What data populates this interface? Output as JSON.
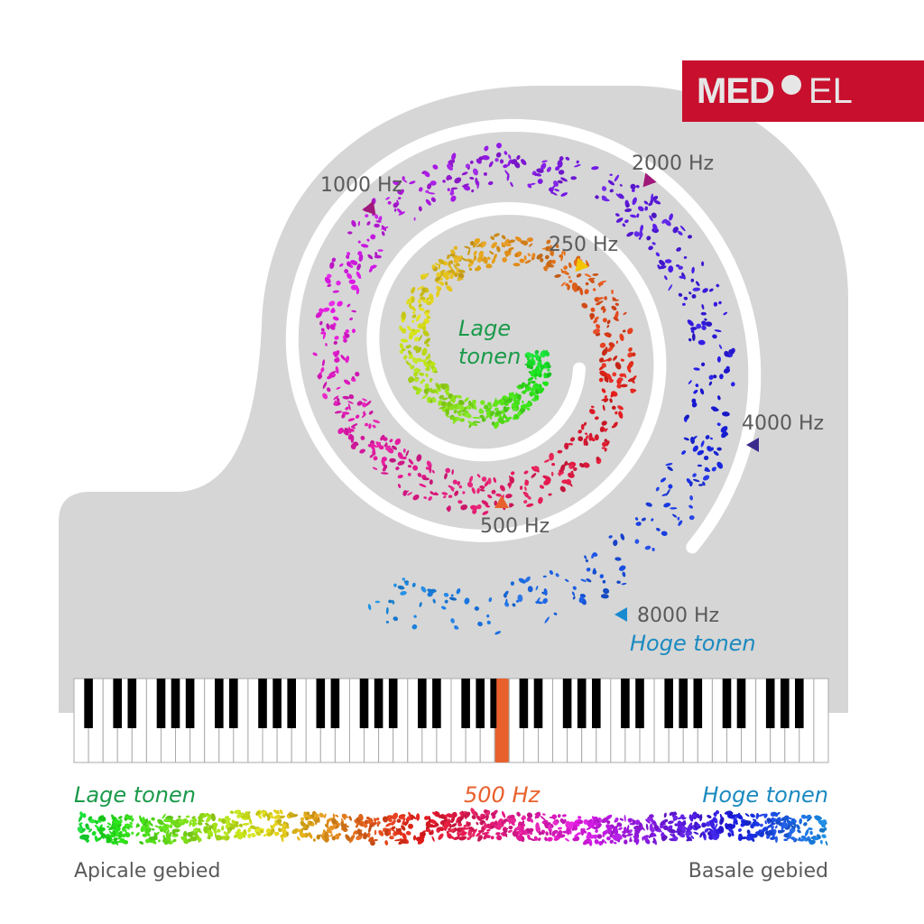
{
  "logo": {
    "text_bold": "MED",
    "text_light": "EL",
    "color": "#c8102e"
  },
  "spiral_labels": [
    {
      "text": "1000 Hz",
      "color": "#a0187a"
    },
    {
      "text": "2000 Hz",
      "color": "#a0187a"
    },
    {
      "text": "250 Hz",
      "color": "#f2c500"
    },
    {
      "text": "4000 Hz",
      "color": "#3a2a8c"
    },
    {
      "text": "500 Hz",
      "color": "#e8602c"
    },
    {
      "text": "8000 Hz",
      "color": "#1a8ad0"
    }
  ],
  "spiral_low": [
    "Lage",
    "tonen"
  ],
  "spiral_high": "Hoge tonen",
  "strip": {
    "low": "Lage tonen",
    "mid": "500 Hz",
    "high": "Hoge tonen",
    "apical": "Apicale gebied",
    "basal": "Basale gebied"
  },
  "colors": {
    "low": "#1a9a4a",
    "mid": "#e8602c",
    "high": "#1a8ac0",
    "piano": "#d6d6d6"
  }
}
